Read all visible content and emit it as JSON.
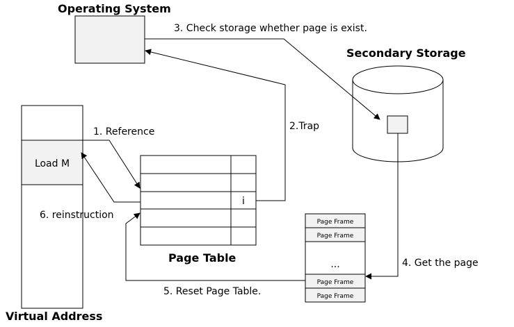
{
  "os": {
    "title": "Operating System"
  },
  "storage": {
    "title": "Secondary Storage"
  },
  "virtual_address": {
    "title": "Virtual Address",
    "load_label": "Load M"
  },
  "page_table": {
    "title": "Page Table",
    "entry_marker": "i"
  },
  "page_frames": {
    "frame_label": "Page Frame",
    "ellipsis": "..."
  },
  "steps": {
    "reference": "1. Reference",
    "trap": "2.Trap",
    "check": "3. Check storage whether page is exist.",
    "get_page": "4. Get the page",
    "reset": "5. Reset Page Table.",
    "reinstruction": "6. reinstruction"
  }
}
